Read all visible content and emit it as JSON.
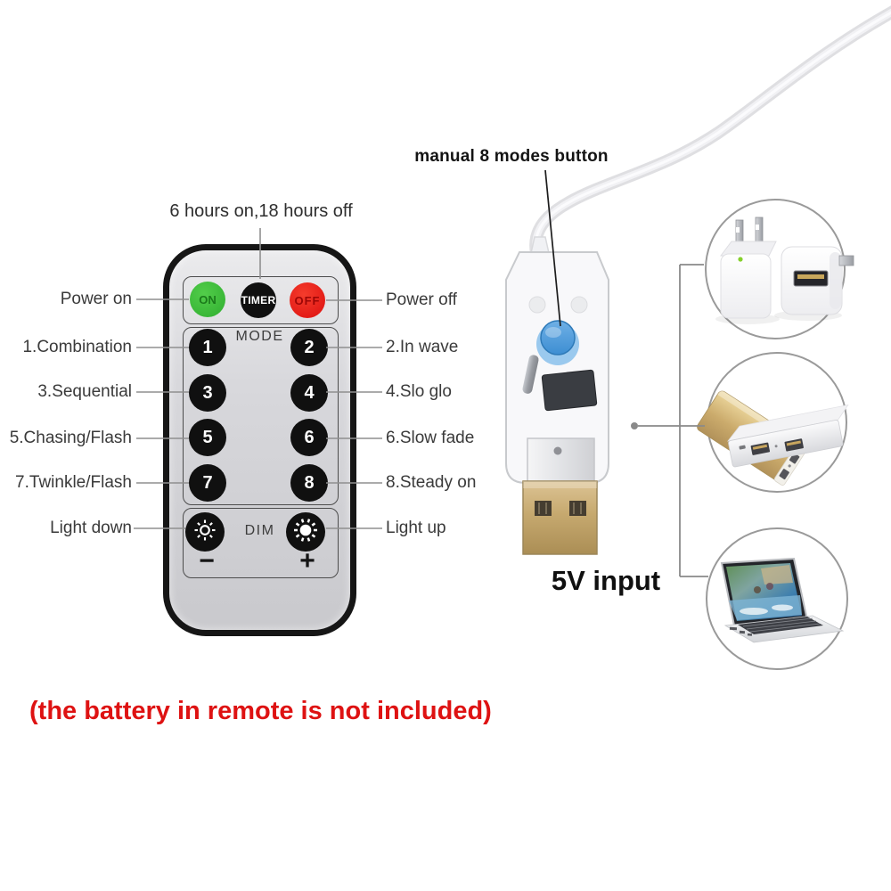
{
  "diagram": {
    "annotations": {
      "manual_button": "manual 8 modes button",
      "timer_schedule": "6 hours on,18 hours off",
      "power_input": "5V input",
      "battery_note": "(the battery in remote is not included)"
    },
    "remote": {
      "power_buttons": [
        {
          "name": "power-on",
          "label": "ON"
        },
        {
          "name": "timer",
          "label": "TIMER"
        },
        {
          "name": "power-off",
          "label": "OFF"
        }
      ],
      "mode_section_label": "MODE",
      "mode_buttons": [
        "1",
        "2",
        "3",
        "4",
        "5",
        "6",
        "7",
        "8"
      ],
      "dim_section_label": "DIM",
      "dim_decrease_symbol": "−",
      "dim_increase_symbol": "+",
      "left_labels": [
        "Power on",
        "1.Combination",
        "3.Sequential",
        "5.Chasing/Flash",
        "7.Twinkle/Flash",
        "Light down"
      ],
      "right_labels": [
        "Power off",
        "2.In wave",
        "4.Slo glo",
        "6.Slow fade",
        "8.Steady on",
        "Light up"
      ]
    },
    "usb_plug": {
      "button": "manual-8-modes-button",
      "connector": "usb-a-male"
    },
    "power_sources": [
      {
        "name": "usb-wall-charger"
      },
      {
        "name": "power-bank"
      },
      {
        "name": "laptop"
      }
    ],
    "icons": {
      "dim_down": "sun-dim-icon",
      "dim_up": "sun-bright-icon"
    },
    "colors": {
      "on_button": "#3bbb3b",
      "off_button": "#e81414",
      "timer_button": "#101010",
      "manual_button_blue": "#4495dc",
      "usb_connector_gold": "#c3a871",
      "note_red": "#de1212"
    }
  }
}
